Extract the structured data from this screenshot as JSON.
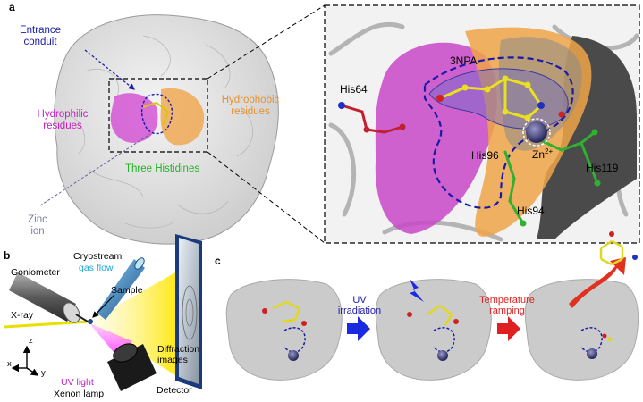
{
  "panels": {
    "a": {
      "letter": "a",
      "labels": {
        "entrance_line1": "Entrance",
        "entrance_line2": "conduit",
        "hydrophilic_line1": "Hydrophilic",
        "hydrophilic_line2": "residues",
        "hydrophobic_line1": "Hydrophobic",
        "hydrophobic_line2": "residues",
        "three_histidines": "Three Histidines",
        "zinc_line1": "Zinc",
        "zinc_line2": "ion"
      },
      "zoom_labels": {
        "ligand": "3NPA",
        "his64": "His64",
        "his96": "His96",
        "zn": "Zn",
        "zn_charge": "2+",
        "his119": "His119",
        "his94": "His94"
      }
    },
    "b": {
      "letter": "b",
      "labels": {
        "goniometer": "Goniometer",
        "cryostream": "Cryostream",
        "gas_flow": "gas flow",
        "sample": "Sample",
        "xray": "X-ray",
        "uv_light": "UV light",
        "xenon_lamp": "Xenon lamp",
        "detector": "Detector",
        "diffraction_line1": "Diffraction",
        "diffraction_line2": "images",
        "axis_x": "x",
        "axis_y": "y",
        "axis_z": "z"
      }
    },
    "c": {
      "letter": "c",
      "labels": {
        "uv_line1": "UV",
        "uv_line2": "irradiation",
        "temp_line1": "Temperature",
        "temp_line2": "ramping"
      }
    }
  },
  "colors": {
    "entrance": "#1a1aa8",
    "hydrophilic": "#c21fc2",
    "hydrophobic": "#e8902a",
    "histidine": "#22b422",
    "zinc": "#8080a8",
    "gas_flow": "#1aa8d8",
    "uv": "#c21fc2",
    "uv_arrow": "#1a2ae0",
    "temp_arrow": "#e02020",
    "ligand": "#e8e020"
  }
}
